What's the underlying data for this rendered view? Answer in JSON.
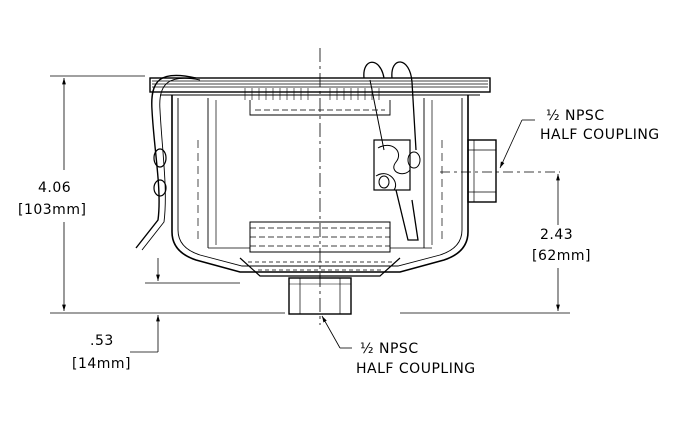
{
  "dimensions": {
    "overall_height": {
      "inches": "4.06",
      "mm": "[103mm]"
    },
    "coupling_height": {
      "inches": "2.43",
      "mm": "[62mm]"
    },
    "bottom_offset": {
      "inches": ".53",
      "mm": "[14mm]"
    }
  },
  "callouts": {
    "side_coupling": {
      "line1": "½ NPSC",
      "line2": "HALF COUPLING"
    },
    "bottom_coupling": {
      "line1": "½ NPSC",
      "line2": "HALF COUPLING"
    }
  }
}
